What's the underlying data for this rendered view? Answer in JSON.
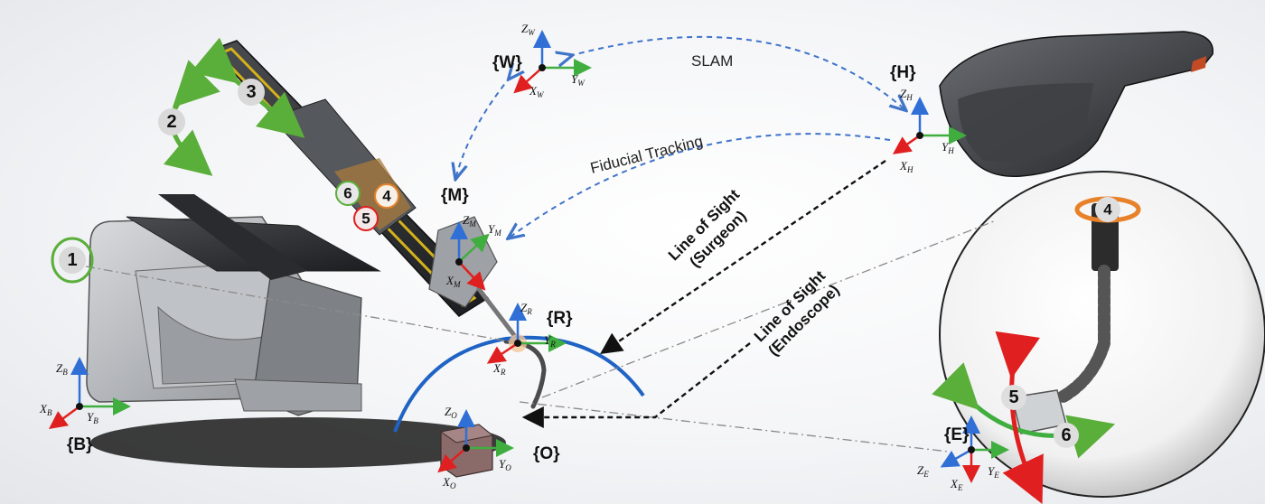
{
  "frames": {
    "W": {
      "label": "{W}",
      "z": "Z",
      "z_sub": "W",
      "y": "Y",
      "y_sub": "W",
      "x": "X",
      "x_sub": "W"
    },
    "H": {
      "label": "{H}",
      "z": "Z",
      "z_sub": "H",
      "y": "Y",
      "y_sub": "H",
      "x": "X",
      "x_sub": "H"
    },
    "M": {
      "label": "{M}",
      "z": "Z",
      "z_sub": "M",
      "y": "Y",
      "y_sub": "M",
      "x": "X",
      "x_sub": "M"
    },
    "R": {
      "label": "{R}",
      "z": "Z",
      "z_sub": "R",
      "y": "Y",
      "y_sub": "R",
      "x": "X",
      "x_sub": "R"
    },
    "B": {
      "label": "{B}",
      "z": "Z",
      "z_sub": "B",
      "y": "Y",
      "y_sub": "B",
      "x": "X",
      "x_sub": "B"
    },
    "O": {
      "label": "{O}",
      "z": "Z",
      "z_sub": "O",
      "y": "Y",
      "y_sub": "O",
      "x": "X",
      "x_sub": "O"
    },
    "E": {
      "label": "{E}",
      "z": "Z",
      "z_sub": "E",
      "y": "Y",
      "y_sub": "E",
      "x": "X",
      "x_sub": "E"
    }
  },
  "links": {
    "slam": "SLAM",
    "fiducial": "Fiducial Tracking",
    "los_surgeon_1": "Line of Sight",
    "los_surgeon_2": "(Surgeon)",
    "los_endoscope_1": "Line of Sight",
    "los_endoscope_2": "(Endoscope)"
  },
  "joints": {
    "j1": "1",
    "j2": "2",
    "j3": "3",
    "j4": "4",
    "j5": "5",
    "j6": "6",
    "inset_j4": "4",
    "inset_j5": "5",
    "inset_j6": "6"
  },
  "colors": {
    "z_axis": "#2f6fd6",
    "y_axis": "#3fae3f",
    "x_axis": "#e02020",
    "dashed_link": "#3f74c9",
    "arc": "#1f63c4",
    "motion_green": "#5aae3a",
    "motion_orange": "#e8822a"
  }
}
